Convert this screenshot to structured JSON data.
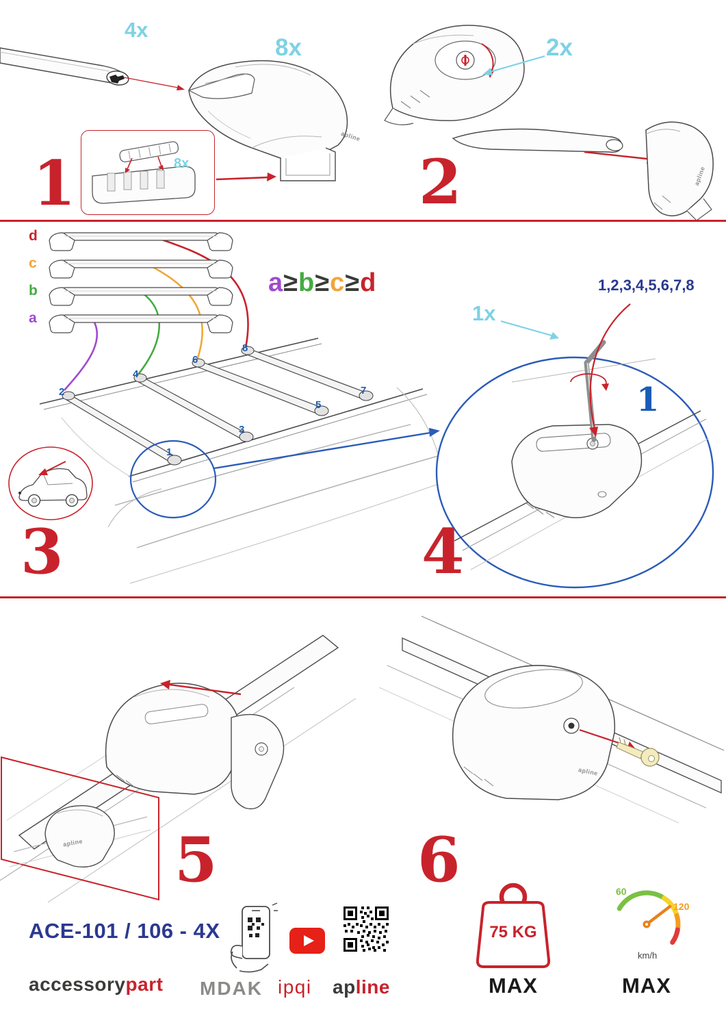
{
  "colors": {
    "red": "#c8232c",
    "cyan": "#7fd2e4",
    "blue": "#1a5cb5",
    "navy": "#2b3990",
    "purple": "#a04ad0",
    "green": "#44ab40",
    "orange": "#f0a63a",
    "dark": "#3b3b3a",
    "gray": "#8a8a88",
    "black": "#1a1a1a",
    "speed_green": "#7ac143",
    "speed_orange": "#f59b20"
  },
  "brand_mark": "apline",
  "steps": {
    "s1": {
      "number": "1",
      "bar_qty": "4x",
      "foot_qty": "8x",
      "pad_qty": "8x"
    },
    "s2": {
      "number": "2",
      "qty": "2x"
    },
    "s3": {
      "number": "3",
      "bar_labels": [
        {
          "text": "d",
          "color": "#c8232c"
        },
        {
          "text": "c",
          "color": "#f0a63a"
        },
        {
          "text": "b",
          "color": "#44ab40"
        },
        {
          "text": "a",
          "color": "#a04ad0"
        }
      ],
      "formula": [
        {
          "text": "a",
          "color": "#a04ad0"
        },
        {
          "text": "≥",
          "color": "#3b3b3a"
        },
        {
          "text": "b",
          "color": "#44ab40"
        },
        {
          "text": "≥",
          "color": "#3b3b3a"
        },
        {
          "text": "c",
          "color": "#f0a63a"
        },
        {
          "text": "≥",
          "color": "#3b3b3a"
        },
        {
          "text": "d",
          "color": "#c8232c"
        }
      ],
      "positions": [
        "1",
        "2",
        "3",
        "4",
        "5",
        "6",
        "7",
        "8"
      ]
    },
    "s4": {
      "number": "4",
      "qty": "1x",
      "sequence": "1,2,3,4,5,6,7,8",
      "callout": "1"
    },
    "s5": {
      "number": "5"
    },
    "s6": {
      "number": "6"
    }
  },
  "footer": {
    "model": "ACE-101 / 106 - 4X",
    "brand1_black": "accessory",
    "brand1_red": "part",
    "logo_mdak": "MDAK",
    "logo_ipqi": "ipqi",
    "logo_apline_dark": "ap",
    "logo_apline_red": "line",
    "weight_value": "75 KG",
    "weight_max": "MAX",
    "speed_low": "60",
    "speed_high": "120",
    "speed_unit": "km/h",
    "speed_max": "MAX"
  },
  "icons": {
    "qr_code": "qr-code-icon",
    "youtube": "youtube-play-icon",
    "hand_phone_qr": "hand-scanning-qr-icon",
    "weight": "max-weight-icon",
    "speedometer": "max-speed-icon"
  }
}
